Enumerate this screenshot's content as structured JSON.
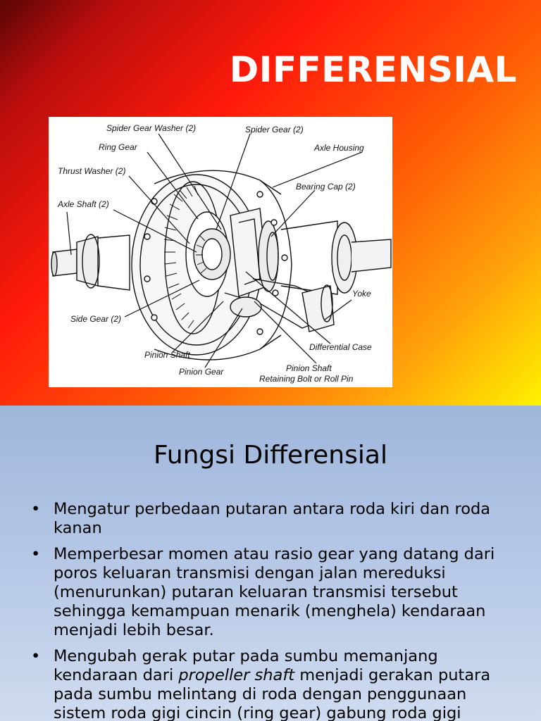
{
  "slide1": {
    "title": "DIFFERENSIAL",
    "diagram_labels": {
      "spider_gear_washer": "Spider Gear Washer (2)",
      "spider_gear": "Spider Gear (2)",
      "ring_gear": "Ring Gear",
      "axle_housing": "Axle Housing",
      "thrust_washer": "Thrust Washer (2)",
      "bearing_cap": "Bearing Cap (2)",
      "axle_shaft": "Axle Shaft (2)",
      "yoke": "Yoke",
      "side_gear": "Side Gear (2)",
      "differential_case": "Differential Case",
      "pinion_shaft": "Pinion Shaft",
      "pinion_gear": "Pinion Gear",
      "pinion_shaft_retaining_1": "Pinion Shaft",
      "pinion_shaft_retaining_2": "Retaining Bolt or Roll Pin"
    }
  },
  "slide2": {
    "title": "Fungsi Differensial",
    "bullet_char": "•",
    "bullets": {
      "b1": "Mengatur perbedaan putaran antara roda kiri dan roda kanan",
      "b2": "Memperbesar momen atau rasio gear yang datang dari poros keluaran transmisi dengan jalan mereduksi (menurunkan) putaran keluaran transmisi tersebut sehingga kemampuan menarik (menghela) kendaraan menjadi lebih besar.",
      "b3_part1": "Mengubah gerak putar pada sumbu memanjang kendaraan dari ",
      "b3_italic": "propeller shaft",
      "b3_part2": " menjadi gerakan putara pada sumbu melintang di roda dengan penggunaan sistem roda gigi cincin (ring gear) gabung roda gigi"
    }
  }
}
